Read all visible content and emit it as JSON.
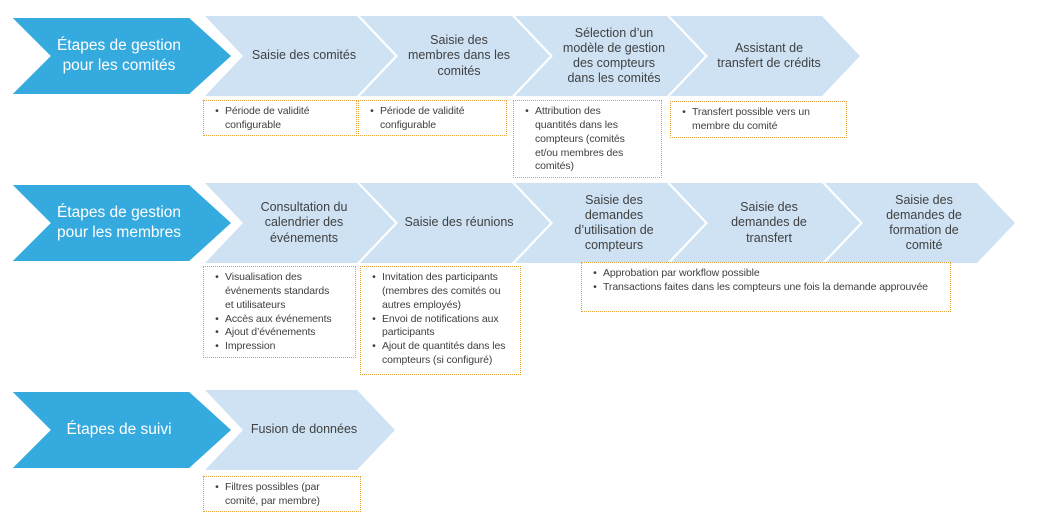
{
  "ui": {
    "bullet": "•"
  },
  "colors": {
    "header_chevron": "#35AADF",
    "step_chevron": "#CEE2F4",
    "note_border": "#E2A33D",
    "header_text": "#FFFFFF",
    "body_text": "#404040"
  },
  "rows": [
    {
      "header": "Étapes de gestion\npour les comités",
      "steps": [
        "Saisie des comités",
        "Saisie des\nmembres dans les\ncomités",
        "Sélection d’un\nmodèle de gestion\ndes compteurs\ndans les comités",
        "Assistant de\ntransfert de crédits"
      ],
      "notes": [
        {
          "bullets": [
            "Période de validité\nconfigurable"
          ]
        },
        {
          "bullets": [
            "Période de validité\nconfigurable"
          ]
        },
        {
          "bullets": [
            "Attribution des\nquantités dans les\ncompteurs (comités\net/ou membres des\ncomités)"
          ]
        },
        {
          "bullets": [
            "Transfert possible vers un\nmembre du comité"
          ]
        }
      ]
    },
    {
      "header": "Étapes de gestion\npour les membres",
      "steps": [
        "Consultation du\ncalendrier des\névénements",
        "Saisie des réunions",
        "Saisie des\ndemandes\nd’utilisation de\ncompteurs",
        "Saisie des\ndemandes de\ntransfert",
        "Saisie des\ndemandes de\nformation de\ncomité"
      ],
      "notes": [
        {
          "bullets": [
            "Visualisation des\névénements standards\net utilisateurs",
            "Accès aux événements",
            "Ajout d’événements",
            "Impression"
          ]
        },
        {
          "bullets": [
            "Invitation des participants\n(membres des comités ou\nautres employés)",
            "Envoi de notifications aux\nparticipants",
            "Ajout de quantités dans les\ncompteurs (si configuré)"
          ]
        },
        {
          "bullets": [
            "Approbation par workflow possible",
            "Transactions faites dans les compteurs une fois la demande approuvée"
          ]
        }
      ]
    },
    {
      "header": "Étapes de suivi",
      "steps": [
        "Fusion de données"
      ],
      "notes": [
        {
          "bullets": [
            "Filtres possibles (par\ncomité, par membre)"
          ]
        }
      ]
    }
  ]
}
